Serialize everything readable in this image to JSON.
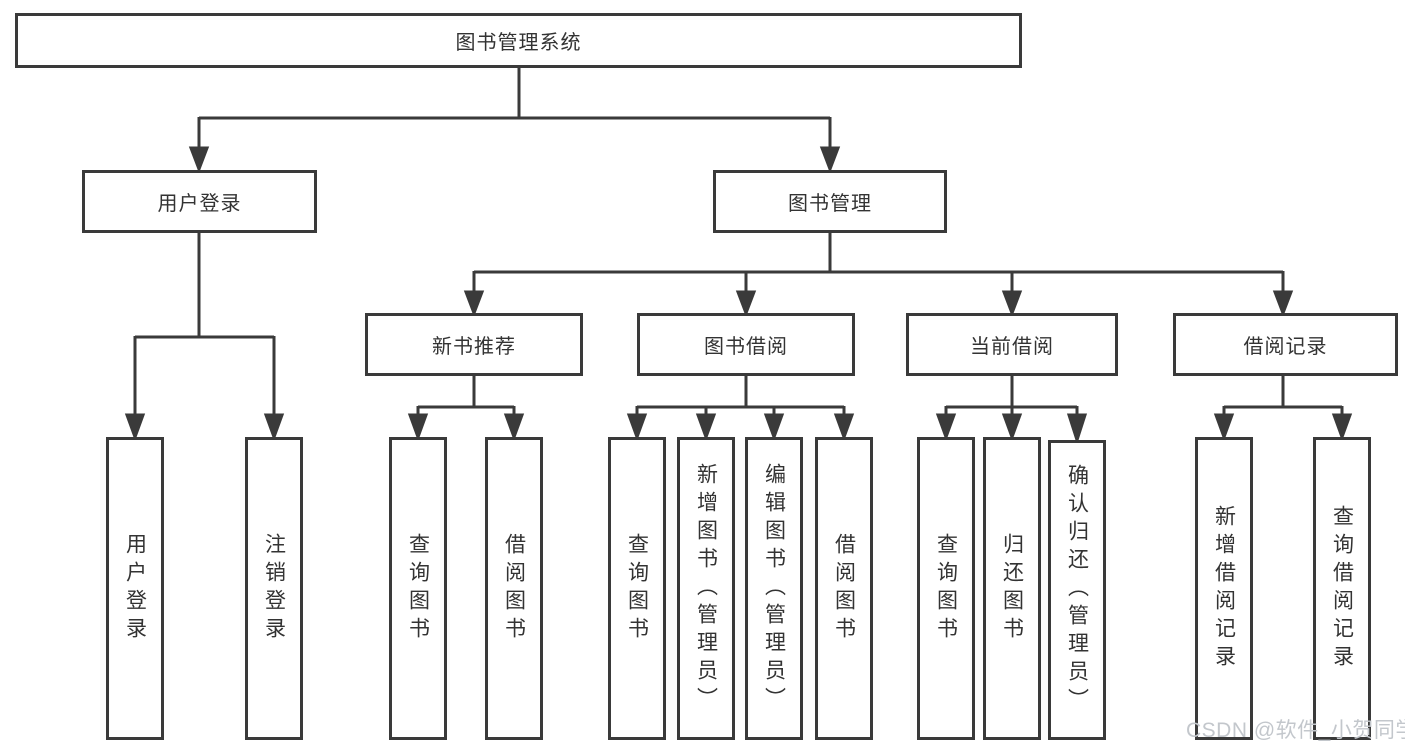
{
  "tree": {
    "root": {
      "label": "图书管理系统"
    },
    "branches": [
      {
        "label": "用户登录",
        "children": [
          {
            "label": "用户登录"
          },
          {
            "label": "注销登录"
          }
        ]
      },
      {
        "label": "图书管理",
        "sections": [
          {
            "label": "新书推荐",
            "children": [
              {
                "label": "查询图书"
              },
              {
                "label": "借阅图书"
              }
            ]
          },
          {
            "label": "图书借阅",
            "children": [
              {
                "label": "查询图书"
              },
              {
                "label": "新增图书（管理员）"
              },
              {
                "label": "编辑图书（管理员）"
              },
              {
                "label": "借阅图书"
              }
            ]
          },
          {
            "label": "当前借阅",
            "children": [
              {
                "label": "查询图书"
              },
              {
                "label": "归还图书"
              },
              {
                "label": "确认归还（管理员）"
              }
            ]
          },
          {
            "label": "借阅记录",
            "children": [
              {
                "label": "新增借阅记录"
              },
              {
                "label": "查询借阅记录"
              }
            ]
          }
        ]
      }
    ]
  },
  "watermark": {
    "text": "CSDN @软件_小贺同学"
  },
  "colors": {
    "line": "#3a3a3a",
    "text": "#333333",
    "watermark": "#c3c7cc",
    "background": "#ffffff"
  }
}
